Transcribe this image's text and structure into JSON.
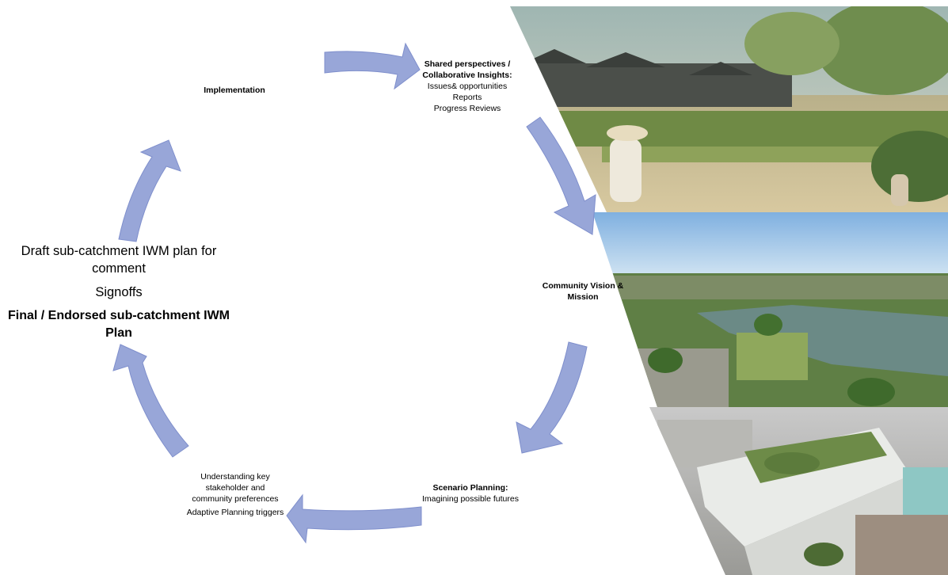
{
  "stages": {
    "shared": {
      "title": "Shared perspectives / Collaborative Insights:",
      "items": [
        "Issues& opportunities",
        "Reports",
        "Progress Reviews"
      ]
    },
    "vision": {
      "title": "Community Vision & Mission"
    },
    "scenario": {
      "title": "Scenario Planning:",
      "subtitle": "Imagining possible futures"
    },
    "understanding": {
      "lines": [
        "Understanding key",
        "stakeholder and",
        "community preferences"
      ],
      "triggers": "Adaptive Planning triggers"
    },
    "plan": {
      "draft": "Draft sub-catchment IWM plan for comment",
      "signoffs": "Signoffs",
      "final": "Final / Endorsed sub-catchment IWM Plan"
    },
    "implementation": {
      "title": "Implementation"
    }
  },
  "arrow_color": "#98a6d8",
  "arrow_stroke": "#7f8fcc",
  "photos": [
    "community-garden-rendering",
    "riverside-park-aerial",
    "green-roof-building-aerial"
  ]
}
